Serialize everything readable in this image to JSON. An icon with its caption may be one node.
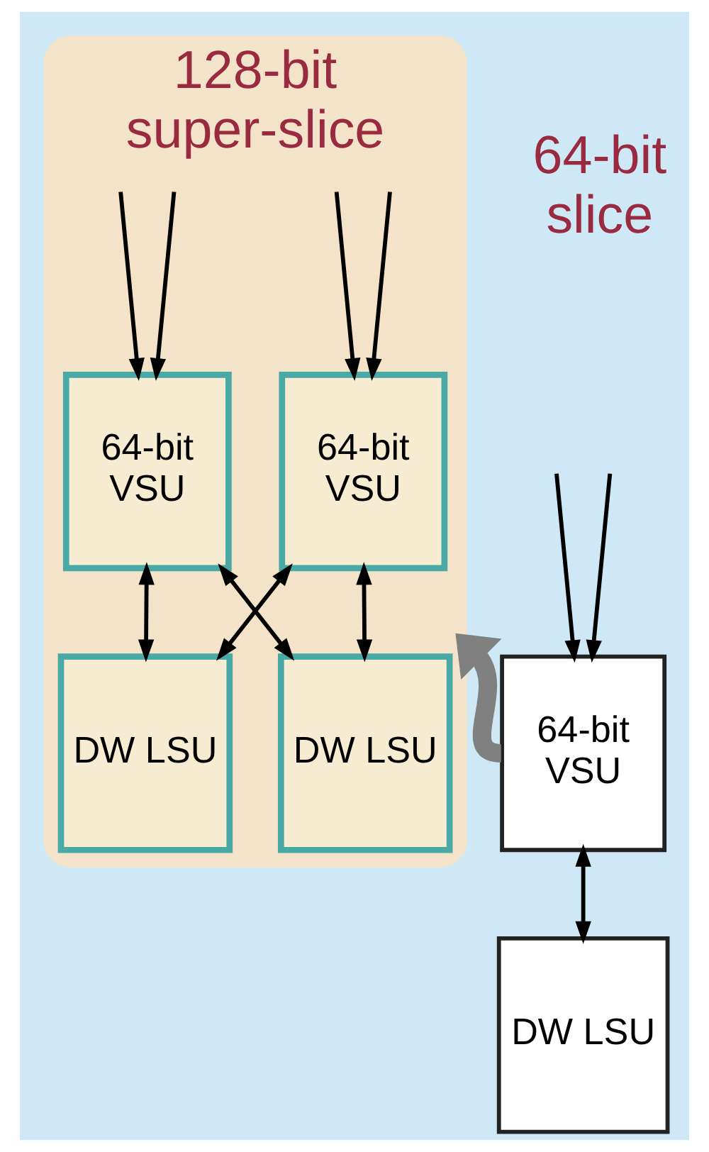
{
  "diagram": {
    "nodes": [
      {
        "text": [
          "128-bit super-slice"
        ]
      },
      {
        "text": [
          "64-bit VSU"
        ],
        "in": 0
      },
      {
        "text": [
          "64-bit VSU"
        ],
        "in": 0
      },
      {
        "text": [
          "DW LSU"
        ],
        "in": 0
      },
      {
        "text": [
          "DW LSU"
        ],
        "in": 0
      },
      {
        "text": [
          "64-bit VSU"
        ]
      },
      {
        "text": [
          "DW LSU"
        ]
      }
    ],
    "edges": [
      {
        "from": null,
        "to": 1,
        "arrow": "to"
      },
      {
        "from": null,
        "to": 1,
        "arrow": "to"
      },
      {
        "from": null,
        "to": 2,
        "arrow": "to"
      },
      {
        "from": null,
        "to": 2,
        "arrow": "to"
      },
      {
        "from": null,
        "to": 5,
        "arrow": "to"
      },
      {
        "from": null,
        "to": 5,
        "arrow": "to"
      },
      {
        "from": 1,
        "to": 3,
        "arrow": "both"
      },
      {
        "from": 1,
        "to": 4,
        "arrow": "both"
      },
      {
        "from": 2,
        "to": 3,
        "arrow": "both"
      },
      {
        "from": 2,
        "to": 4,
        "arrow": "both"
      },
      {
        "from": 5,
        "to": 6,
        "arrow": "both"
      },
      {
        "from": 5,
        "to": 0,
        "arrow": "to",
        "style": "thick",
        "color": "#808080"
      }
    ],
    "labels": [
      "64-bit slice"
    ]
  }
}
